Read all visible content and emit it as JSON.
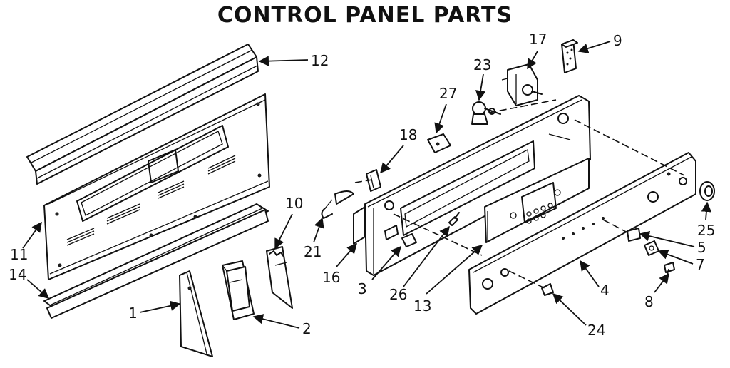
{
  "title": "CONTROL PANEL PARTS",
  "callouts": [
    {
      "id": "12",
      "label": "12"
    },
    {
      "id": "11",
      "label": "11"
    },
    {
      "id": "14",
      "label": "14"
    },
    {
      "id": "1",
      "label": "1"
    },
    {
      "id": "2",
      "label": "2"
    },
    {
      "id": "10",
      "label": "10"
    },
    {
      "id": "21",
      "label": "21"
    },
    {
      "id": "16",
      "label": "16"
    },
    {
      "id": "18",
      "label": "18"
    },
    {
      "id": "27",
      "label": "27"
    },
    {
      "id": "23",
      "label": "23"
    },
    {
      "id": "17",
      "label": "17"
    },
    {
      "id": "9",
      "label": "9"
    },
    {
      "id": "3",
      "label": "3"
    },
    {
      "id": "26",
      "label": "26"
    },
    {
      "id": "13",
      "label": "13"
    },
    {
      "id": "4",
      "label": "4"
    },
    {
      "id": "24",
      "label": "24"
    },
    {
      "id": "25",
      "label": "25"
    },
    {
      "id": "5",
      "label": "5"
    },
    {
      "id": "7",
      "label": "7"
    },
    {
      "id": "8",
      "label": "8"
    }
  ]
}
